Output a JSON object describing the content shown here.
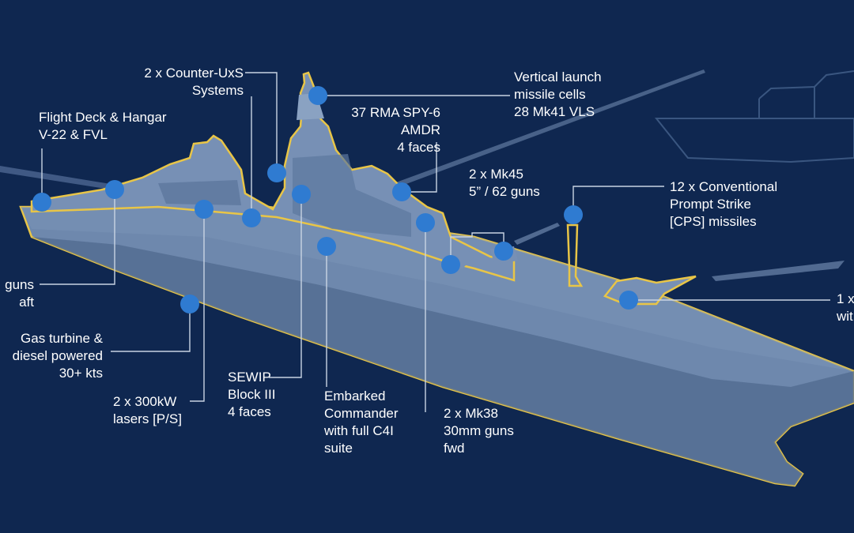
{
  "colors": {
    "background": "#0f2750",
    "hull": "#6e88ad",
    "hull_shadow": "#50698f",
    "outline": "#e8c547",
    "marker": "#2f7bd1",
    "leader": "#c9d4e3",
    "text": "#ffffff"
  },
  "labels": {
    "counter_uxs": [
      "2 x Counter-UxS",
      "Systems"
    ],
    "flight_deck": [
      "Flight Deck & Hangar",
      "V-22 & FVL"
    ],
    "spy6": [
      "37 RMA SPY-6",
      "AMDR",
      "4 faces"
    ],
    "vls": [
      "Vertical launch",
      "missile cells",
      "28 Mk41 VLS"
    ],
    "mk45": [
      "2 x Mk45",
      "5” / 62 guns"
    ],
    "cps": [
      "12 x Conventional",
      "Prompt Strike",
      "[CPS] missiles"
    ],
    "guns_aft": [
      "guns",
      "aft"
    ],
    "gas_turbine": [
      "Gas turbine &",
      "diesel powered",
      "30+ kts"
    ],
    "lasers": [
      "2 x 300kW",
      "lasers [P/S]"
    ],
    "sewip": [
      "SEWIP",
      "Block III",
      "4 faces"
    ],
    "commander": [
      "Embarked",
      "Commander",
      "with full C4I",
      "suite"
    ],
    "mk38": [
      "2 x Mk38",
      "30mm guns",
      "fwd"
    ],
    "right_cut": [
      "1 x",
      "wit"
    ]
  }
}
